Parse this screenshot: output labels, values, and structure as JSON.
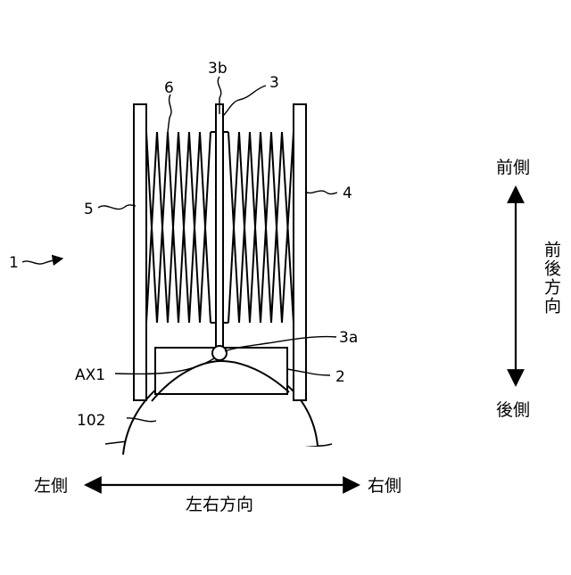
{
  "refs": {
    "device": "1",
    "base": "2",
    "center_plate": "3",
    "plate_lower_end": "3a",
    "plate_upper_end": "3b",
    "right_wall": "4",
    "left_wall": "5",
    "coil_spring": "6",
    "axis": "AX1",
    "body_part": "102"
  },
  "directions": {
    "front_side": "前側",
    "rear_side": "後側",
    "front_rear_label": "前後方向",
    "left_side": "左側",
    "right_side": "右側",
    "left_right_label": "左右方向"
  }
}
